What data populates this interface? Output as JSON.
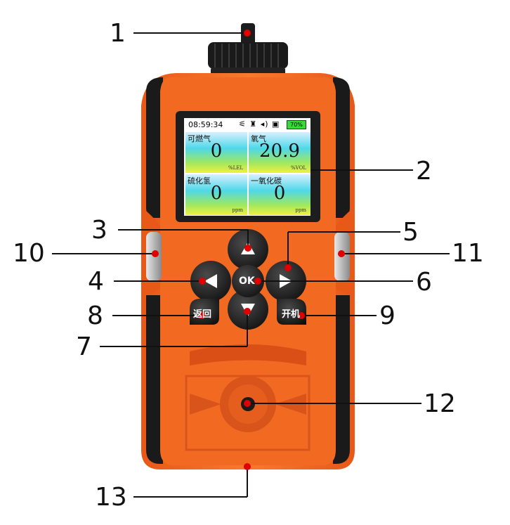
{
  "screen": {
    "time": "08:59:34",
    "status_icons": "⚟ ♜ ◂) ▣",
    "battery": "70%",
    "cells": [
      {
        "name": "可燃气",
        "value": "0",
        "unit": "%LEL"
      },
      {
        "name": "氧气",
        "value": "20.9",
        "unit": "%VOL"
      },
      {
        "name": "硫化氢",
        "value": "0",
        "unit": "ppm"
      },
      {
        "name": "一氧化碳",
        "value": "0",
        "unit": "ppm"
      }
    ]
  },
  "buttons": {
    "ok": "OK",
    "back": "返回",
    "power": "开机"
  },
  "callouts": [
    "1",
    "2",
    "3",
    "4",
    "5",
    "6",
    "7",
    "8",
    "9",
    "10",
    "11",
    "12",
    "13"
  ],
  "colors": {
    "body": "#f2641e",
    "body_dark": "#d9501a",
    "grip": "#1a1a1a",
    "marker": "#e00000"
  }
}
